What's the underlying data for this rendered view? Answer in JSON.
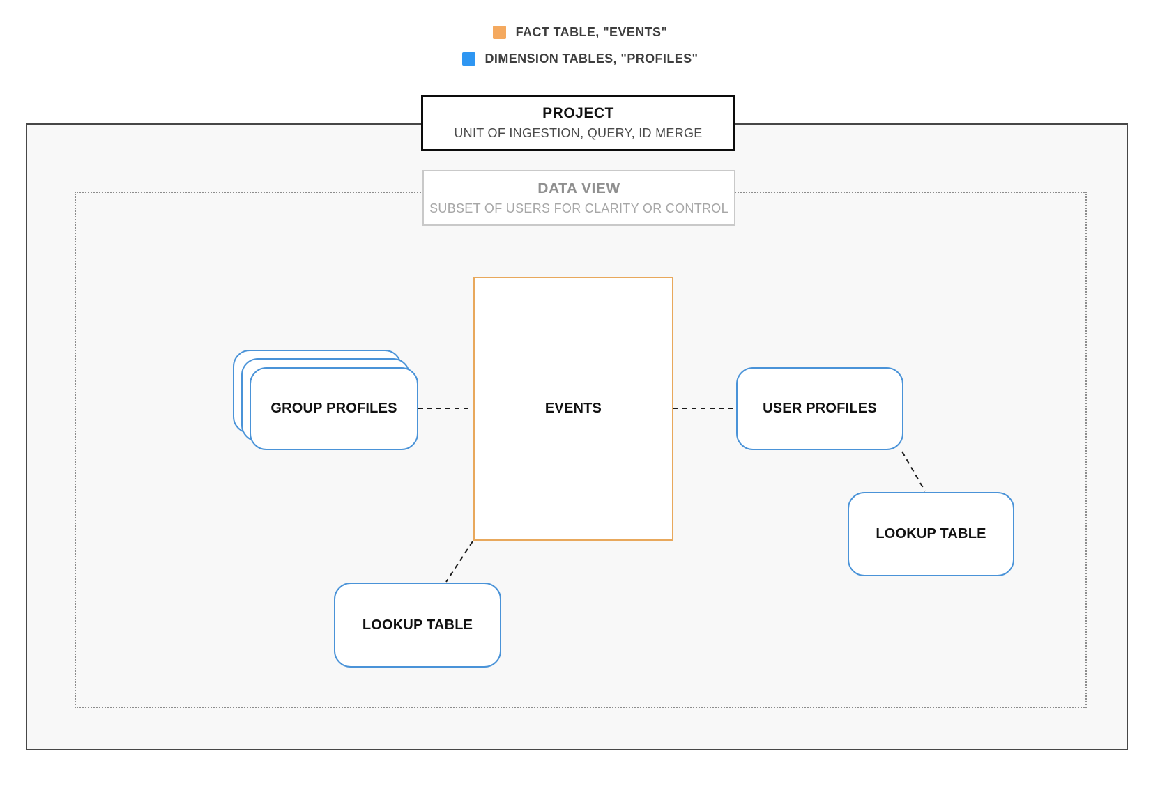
{
  "legend": {
    "items": [
      {
        "id": "fact",
        "label": "FACT TABLE, \"EVENTS\"",
        "color": "#F4A95F"
      },
      {
        "id": "dimension",
        "label": "DIMENSION TABLES, \"PROFILES\"",
        "color": "#2E96F2"
      }
    ]
  },
  "project": {
    "title": "PROJECT",
    "subtitle": "UNIT OF INGESTION, QUERY, ID MERGE"
  },
  "data_view": {
    "title": "DATA VIEW",
    "subtitle": "SUBSET OF USERS FOR CLARITY OR CONTROL"
  },
  "nodes": {
    "events": {
      "label": "EVENTS",
      "type": "fact table"
    },
    "group_profiles": {
      "label": "GROUP PROFILES",
      "type": "dimension table"
    },
    "user_profiles": {
      "label": "USER PROFILES",
      "type": "dimension table"
    },
    "lookup_table_bottom": {
      "label": "LOOKUP TABLE",
      "type": "dimension table"
    },
    "lookup_table_right": {
      "label": "LOOKUP TABLE",
      "type": "dimension table"
    }
  },
  "colors": {
    "fact_accent": "#F4A95F",
    "dimension_accent": "#2E96F2",
    "fact_node_border": "#E8A85C",
    "dimension_node_border": "#4A93D8"
  }
}
